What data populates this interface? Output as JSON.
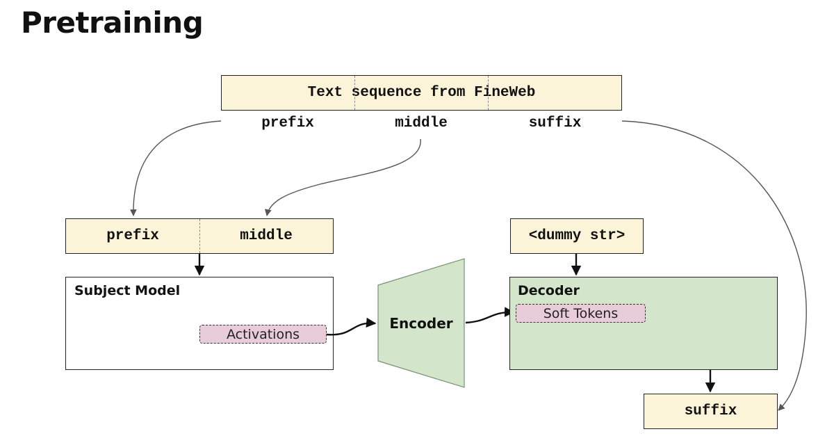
{
  "title": "Pretraining",
  "source_sequence": {
    "label": "Text sequence from FineWeb",
    "parts": [
      "prefix",
      "middle",
      "suffix"
    ]
  },
  "input_box": {
    "left": "prefix",
    "right": "middle"
  },
  "subject_model": {
    "title": "Subject Model",
    "activations": "Activations"
  },
  "encoder": {
    "label": "Encoder"
  },
  "dummy_input": {
    "label": "<dummy str>"
  },
  "decoder": {
    "title": "Decoder",
    "soft_tokens": "Soft Tokens"
  },
  "output": {
    "label": "suffix"
  },
  "colors": {
    "cream": "#fcf4d8",
    "green": "#d3e6cc",
    "pink": "#e8ccd8"
  }
}
